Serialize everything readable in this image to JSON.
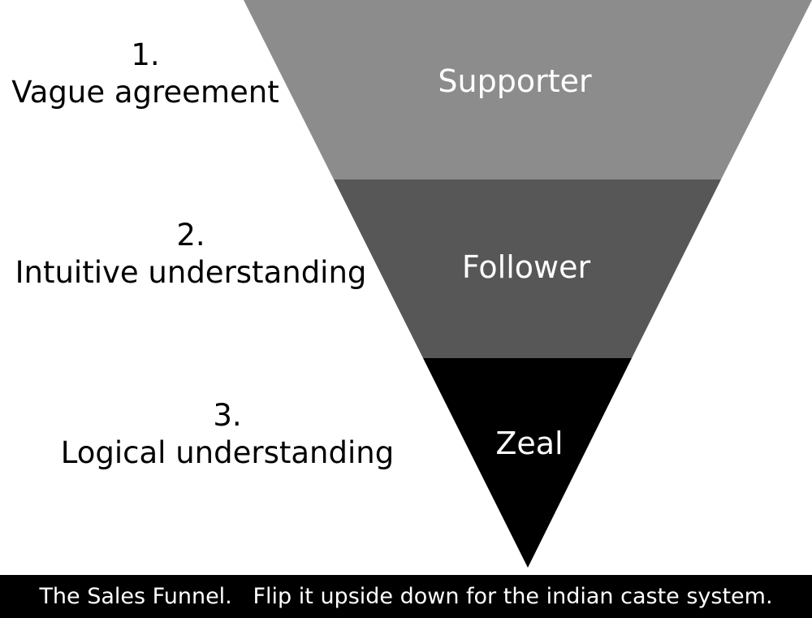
{
  "segments": [
    {
      "label": "Supporter",
      "color": "#8c8c8c"
    },
    {
      "label": "Follower",
      "color": "#575757"
    },
    {
      "label": "Zeal",
      "color": "#000000"
    }
  ],
  "stages": [
    {
      "number": "1.",
      "text": "Vague agreement"
    },
    {
      "number": "2.",
      "text": "Intuitive understanding"
    },
    {
      "number": "3.",
      "text": "Logical understanding"
    }
  ],
  "caption": "The Sales Funnel.   Flip it upside down for the indian caste system."
}
